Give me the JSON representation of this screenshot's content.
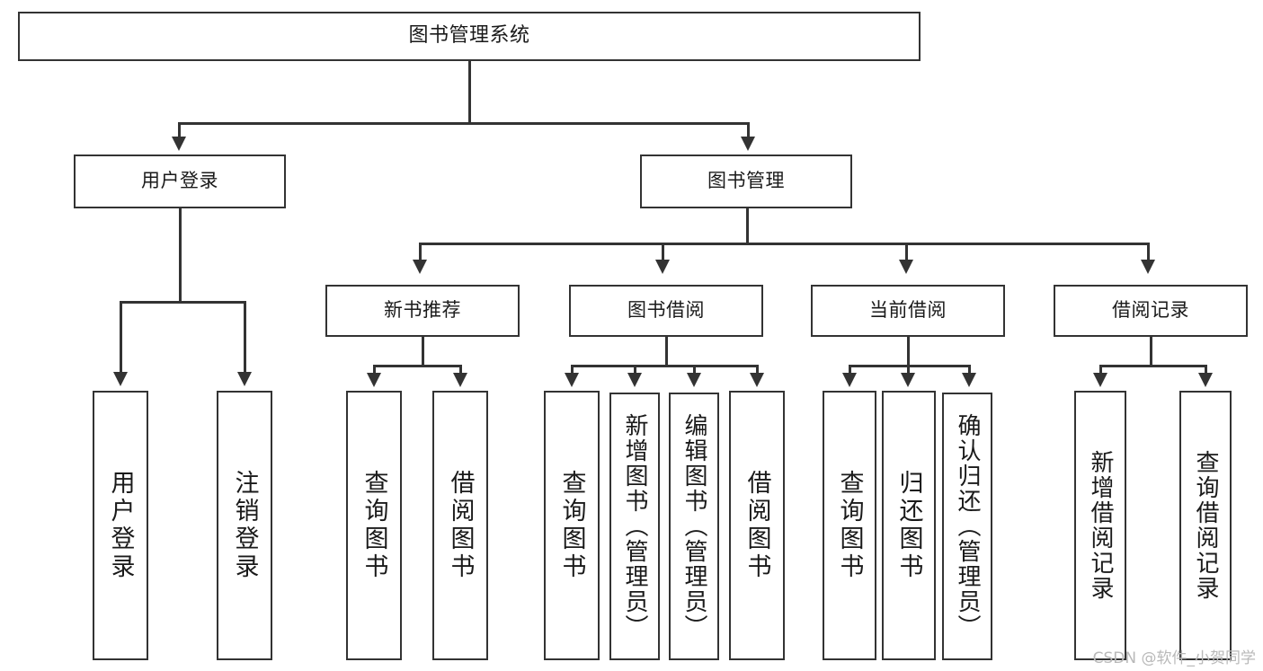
{
  "diagram": {
    "type": "tree-hierarchy-flowchart",
    "title": "图书管理系统",
    "watermark": "CSDN @软件_小贺同学",
    "colors": {
      "stroke": "#333333",
      "fill": "#ffffff",
      "text": "#1a1a1a",
      "watermark": "#b9b9b9"
    },
    "levels": {
      "root": {
        "label": "图书管理系统"
      },
      "level1": [
        {
          "id": "user-login",
          "label": "用户登录"
        },
        {
          "id": "book-management",
          "label": "图书管理"
        }
      ],
      "level2": [
        {
          "id": "new-book-recommend",
          "label": "新书推荐",
          "parent": "book-management"
        },
        {
          "id": "book-borrow",
          "label": "图书借阅",
          "parent": "book-management"
        },
        {
          "id": "current-borrow",
          "label": "当前借阅",
          "parent": "book-management"
        },
        {
          "id": "borrow-record",
          "label": "借阅记录",
          "parent": "book-management"
        }
      ],
      "leaves": {
        "user-login": [
          {
            "id": "leaf-user-login",
            "label": "用户登录"
          },
          {
            "id": "leaf-user-logout",
            "label": "注销登录"
          }
        ],
        "new-book-recommend": [
          {
            "id": "leaf-query-book-1",
            "label": "查询图书"
          },
          {
            "id": "leaf-borrow-book-1",
            "label": "借阅图书"
          }
        ],
        "book-borrow": [
          {
            "id": "leaf-query-book-2",
            "label": "查询图书"
          },
          {
            "id": "leaf-add-book",
            "label": "新增图书（管理员）"
          },
          {
            "id": "leaf-edit-book",
            "label": "编辑图书（管理员）"
          },
          {
            "id": "leaf-borrow-book-2",
            "label": "借阅图书"
          }
        ],
        "current-borrow": [
          {
            "id": "leaf-query-book-3",
            "label": "查询图书"
          },
          {
            "id": "leaf-return-book",
            "label": "归还图书"
          },
          {
            "id": "leaf-confirm-return",
            "label": "确认归还（管理员）"
          }
        ],
        "borrow-record": [
          {
            "id": "leaf-add-record",
            "label": "新增借阅记录"
          },
          {
            "id": "leaf-query-record",
            "label": "查询借阅记录"
          }
        ]
      }
    }
  }
}
